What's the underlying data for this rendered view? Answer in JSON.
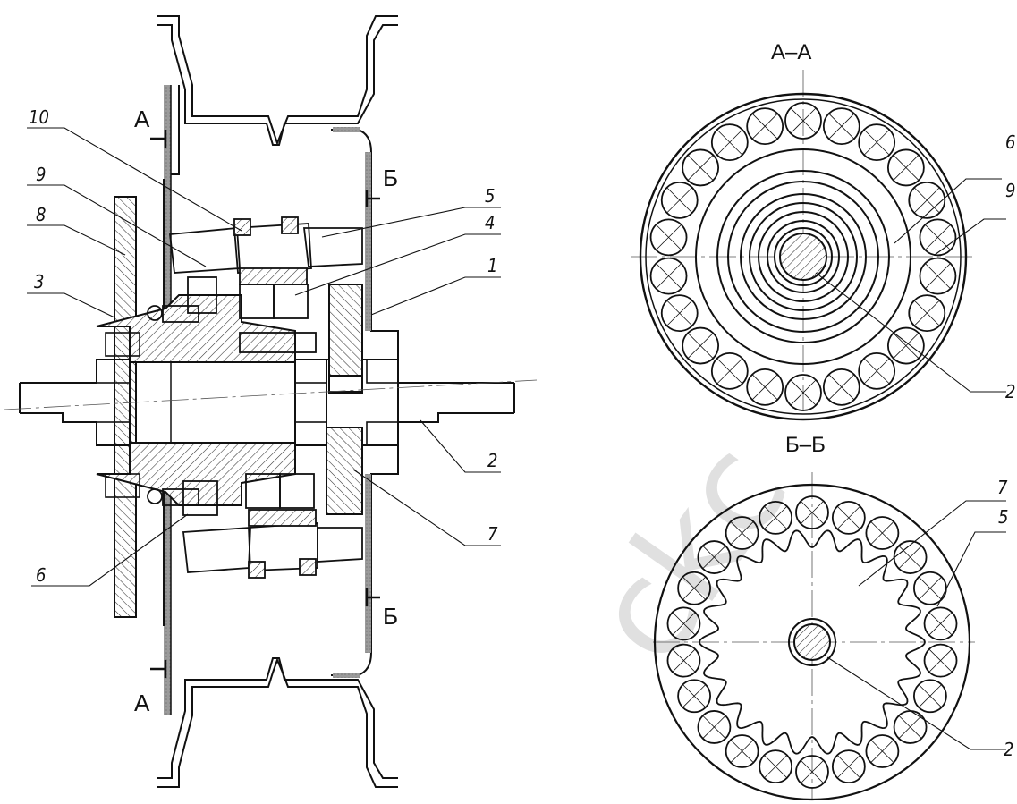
{
  "watermark": "ckc",
  "section_labels": {
    "a_top": "А",
    "a_bottom": "А",
    "b_top": "Б",
    "b_bottom": "Б",
    "view_aa": "А–А",
    "view_bb": "Б–Б"
  },
  "leaders": {
    "main": [
      "10",
      "9",
      "8",
      "3",
      "6",
      "5",
      "4",
      "1",
      "2",
      "7"
    ],
    "view_aa": [
      "6",
      "9",
      "2"
    ],
    "view_bb": [
      "7",
      "5",
      "2"
    ]
  }
}
